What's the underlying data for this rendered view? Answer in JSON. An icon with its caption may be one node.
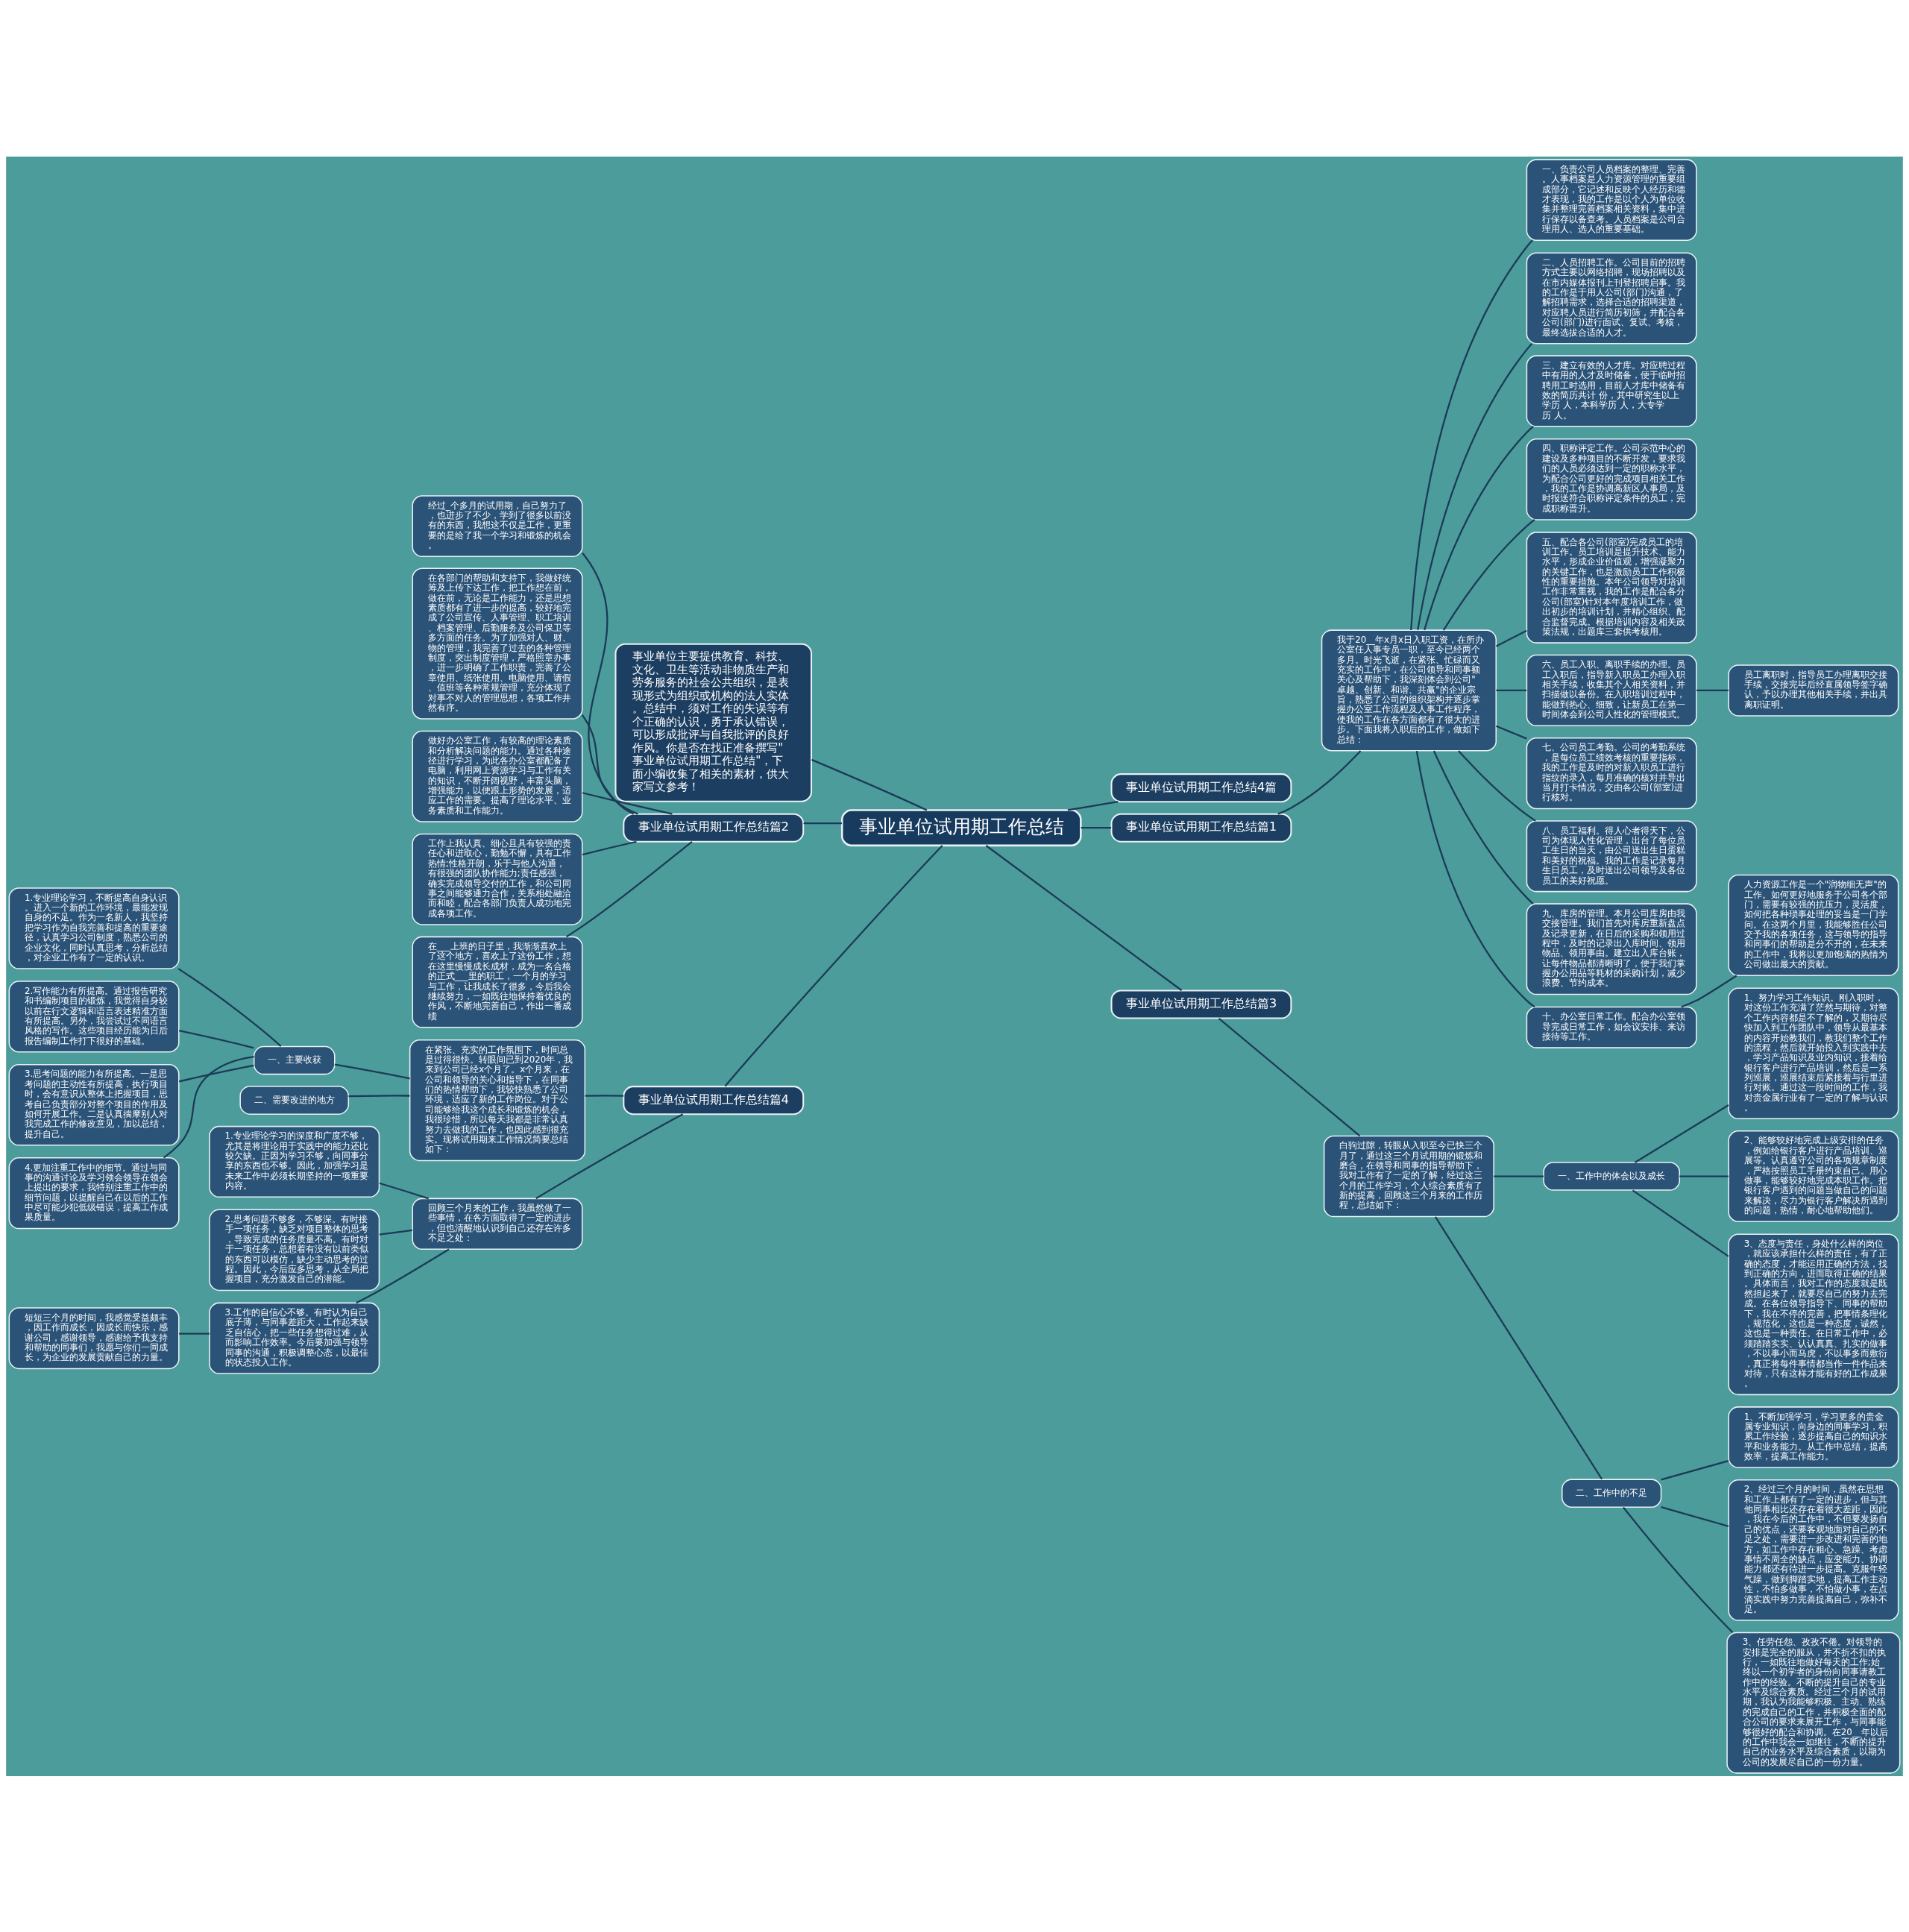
{
  "diagram": {
    "nodes": [
      {
        "text": [
          "事业单位试用期工作总结"
        ]
      },
      {
        "text": [
          "事业单位主要提供教育、科技、文化、卫生等活动非物质生产和劳务服务的社会公共组织，是表现形式为组织或机构的法人实体。总结中，须对工作的失误等有个正确的认识，勇于承认错误，可以形成批评与自我批评的良好作风。你是否在找正准备撰写\"事业单位试用期工作总结\"，下面小编收集了相关的素材，供大家写文参考！"
        ]
      },
      {
        "text": [
          "事业单位试用期工作总结篇2"
        ]
      },
      {
        "text": [
          "经过_个多月的试用期，自己努力了，也进步了不少，学到了很多以前没有的东西，我想这不仅是工作，更重要的是给了我一个学习和锻炼的机会。"
        ]
      },
      {
        "text": [
          "在各部门的帮助和支持下，我做好统筹及上传下达工作，把工作想在前，做在前，无论是工作能力，还是思想素质都有了进一步的提高，较好地完成了公司宣传、人事管理、职工培训、档案管理、后勤服务及公司保卫等多方面的任务。为了加强对人、财、物的管理，我完善了过去的各种管理制度，突出制度管理，严格照章办事，进一步明确了工作职责，完善了公章使用、纸张使用、电脑使用、请假、值班等各种常规管理，充分体现了对事不对人的管理思想，各项工作井然有序。"
        ]
      },
      {
        "text": [
          "做好办公室工作，有较高的理论素质和分析解决问题的能力。通过各种途径进行学习，为此各办公室都配备了电脑，利用网上资源学习与工作有关的知识，不断开阔视野，丰富头脑，增强能力，以便跟上形势的发展，适应工作的需要。提高了理论水平、业务素质和工作能力。"
        ]
      },
      {
        "text": [
          "工作上我认真、细心且具有较强的责任心和进取心，勤勉不懈，具有工作热情;性格开朗，乐于与他人沟通，有很强的团队协作能力;责任感强，确实完成领导交付的工作，和公司同事之间能够通力合作，关系相处融洽而和睦，配合各部门负责人成功地完成各项工作。"
        ]
      },
      {
        "text": [
          "在___上班的日子里，我渐渐喜欢上了这个地方，喜欢上了这份工作，想在这里慢慢成长成材，成为一名合格的正式___里的职工，一个月的学习与工作，让我成长了很多，今后我会继续努力，一如既往地保持着优良的作风，不断地完善自己，作出一番成绩"
        ]
      },
      {
        "text": [
          "事业单位试用期工作总结篇4"
        ]
      },
      {
        "text": [
          "在紧张、充实的工作氛围下，时间总是过得很快。转眼间已到2020年，我来到公司已经x个月了。x个月来，在公司和领导的关心和指导下，在同事们的热情帮助下，我较快熟悉了公司环境，适应了新的工作岗位。对于公司能够给我这个成长和锻炼的机会，我很珍惜，所以每天我都是非常认真努力去做我的工作，也因此感到很充实。现将试用期来工作情况简要总结如下："
        ]
      },
      {
        "text": [
          "一、主要收获"
        ]
      },
      {
        "text": [
          "1.专业理论学习，不断提高自身认识。进入一个新的工作环境，最能发现自身的不足。作为一名新人，我坚持把学习作为自我完善和提高的重要途径，认真学习公司制度，熟悉公司的企业文化，同时认真思考，分析总结，对企业工作有了一定的认识。"
        ]
      },
      {
        "text": [
          "2.写作能力有所提高。通过报告研究和书编制项目的锻炼，我觉得自身较以前在行文逻辑和语言表述精准方面有所提高。另外，我尝试过不同语言风格的写作。这些项目经历能为日后报告编制工作打下很好的基础。"
        ]
      },
      {
        "text": [
          "3.思考问题的能力有所提高。一是思考问题的主动性有所提高，执行项目时，会有意识从整体上把握项目，思考自己负责部分对整个项目的作用及如何开展工作。二是认真揣摩别人对我完成工作的修改意见，加以总结，提升自己。"
        ]
      },
      {
        "text": [
          "4.更加注重工作中的细节。通过与同事的沟通讨论及学习领会领导在领会上提出的要求，我特别注重工作中的细节问题，以提醒自己在以后的工作中尽可能少犯低级错误，提高工作成果质量。"
        ]
      },
      {
        "text": [
          "二、需要改进的地方"
        ]
      },
      {
        "text": [
          "回顾三个月来的工作，我虽然做了一些事情，在各方面取得了一定的进步，但也清醒地认识到自己还存在许多不足之处："
        ]
      },
      {
        "text": [
          "1.专业理论学习的深度和广度不够，尤其是将理论用于实践中的能力还比较欠缺。正因为学习不够，向同事分享的东西也不够。因此，加强学习是未来工作中必须长期坚持的一项重要内容。"
        ]
      },
      {
        "text": [
          "2.思考问题不够多，不够深。有时接手一项任务，缺乏对项目整体的思考，导致完成的任务质量不高。有时对于一项任务，总想着有没有以前类似的东西可以模仿，缺少主动思考的过程。因此，今后应多思考，从全局把握项目，充分激发自己的潜能。"
        ]
      },
      {
        "text": [
          "3.工作的自信心不够。有时认为自己底子薄，与同事差距大，工作起来缺乏自信心，把一些任务想得过难，从而影响工作效率。今后要加强与领导同事的沟通，积极调整心态，以最佳的状态投入工作。"
        ]
      },
      {
        "text": [
          "短短三个月的时间，我感觉受益颇丰，因工作而成长，因成长而快乐，感谢公司，感谢领导，感谢给予我支持和帮助的同事们，我愿与你们一同成长，为企业的发展贡献自己的力量。"
        ]
      },
      {
        "text": [
          "事业单位试用期工作总结4篇"
        ]
      },
      {
        "text": [
          "事业单位试用期工作总结篇1"
        ]
      },
      {
        "text": [
          "我于20__年x月x日入职工资，在所办公室任人事专员一职，至今已经两个多月。时光飞逝，在紧张、忙碌而又充实的工作中，在公司领导和同事额关心及帮助下，我深刻体会到公司\"卓越、创新、和谐、共赢\"的企业宗旨，熟悉了公司的组织架构并逐步掌握办公室工作流程及人事工作程序，使我的工作在各方面都有了很大的进步。下面我将入职后的工作，做如下总结："
        ]
      },
      {
        "text": [
          "一、负责公司人员档案的整理、完善。人事档案是人力资源管理的重要组成部分，它记述和反映个人经历和德才表现，我的工作是以个人为单位收集并整理完善档案相关资料，集中进行保存以备查考。人员档案是公司合理用人、选人的重要基础。"
        ]
      },
      {
        "text": [
          "二、人员招聘工作。公司目前的招聘方式主要以网络招聘，现场招聘以及在市内媒体报刊上刊登招聘启事。我的工作是于用人公司(部门)沟通，了解招聘需求，选择合适的招聘渠道，对应聘人员进行简历初筛，并配合各公司(部门)进行面试、复试、考核，最终选拔合适的人才。"
        ]
      },
      {
        "text": [
          "三、建立有效的人才库。对应聘过程中有用的人才及时储备，便于临时招聘用工时选用，目前人才库中储备有效的简历共计 份，其中研究生以上学历 人，本科学历 人，大专学历 人。"
        ]
      },
      {
        "text": [
          "四、职称评定工作。公司示范中心的建设及多种项目的不断开发，要求我们的人员必须达到一定的职称水平，为配合公司更好的完成项目相关工作，我的工作是协调高新区人事局，及时报送符合职称评定条件的员工，完成职称晋升。"
        ]
      },
      {
        "text": [
          "五、配合各公司(部室)完成员工的培训工作。员工培训是提升技术、能力水平，形成企业价值观，增强凝聚力的关键工作，也是激励员工工作积极性的重要措施。本年公司领导对培训工作非常重视，我的工作是配合各分公司(部室)针对本年度培训工作，做出初步的培训计划，并精心组织、配合监督完成。根据培训内容及相关政策法规，出题库三套供考核用。"
        ]
      },
      {
        "text": [
          "六、员工入职、离职手续的办理。员工入职后，指导新入职员工办理入职相关手续，收集其个人相关资料，并扫描做以备份。在入职培训过程中，能做到热心、细致，让新员工在第一时间体会到公司人性化的管理模式。"
        ]
      },
      {
        "text": [
          "员工离职时，指导员工办理离职交接手续，交接完毕后经直属领导签字确认，予以办理其他相关手续，并出具离职证明。"
        ]
      },
      {
        "text": [
          "七、公司员工考勤。公司的考勤系统，是每位员工绩效考核的重要指标，我的工作是及时的对新入职员工进行指纹的录入，每月准确的核对并导出当月打卡情况，交由各公司(部室)进行核对。"
        ]
      },
      {
        "text": [
          "八、员工福利。得人心者得天下，公司为体现人性化管理，出台了每位员工生日的当天，由公司送出生日蛋糕和美好的祝福。我的工作是记录每月生日员工，及时送出公司领导及各位员工的美好祝愿。"
        ]
      },
      {
        "text": [
          "九、库房的管理。本月公司库房由我交接管理。我们首先对库房重新盘点及记录更新，在日后的采购和领用过程中，及时的记录出入库时间、领用物品、领用事由。建立出入库台账，让每件物品都清晰明了，便于我们掌握办公用品等耗材的采购计划，减少浪费、节约成本。"
        ]
      },
      {
        "text": [
          "十、办公室日常工作。配合办公室领导完成日常工作，如会议安排、来访接待等工作。"
        ]
      },
      {
        "text": [
          "人力资源工作是一个\"润物细无声\"的工作。如何更好地服务于公司各个部门，需要有较强的抗压力，灵活度，如何把各种琐事处理的妥当是一门学问。在这两个月里，我能够胜任公司交予我的各项任务，这与领导的指导和同事们的帮助是分不开的，在未来的工作中，我将以更加饱满的热情为公司做出最大的贡献。"
        ]
      },
      {
        "text": [
          "事业单位试用期工作总结篇3"
        ]
      },
      {
        "text": [
          "白驹过隙，转眼从入职至今已快三个月了，通过这三个月试用期的锻炼和磨合，在领导和同事的指导帮助下，我对工作有了一定的了解，经过这三个月的工作学习，个人综合素质有了新的提高，回顾这三个月来的工作历程，总结如下："
        ]
      },
      {
        "text": [
          "一、工作中的体会以及成长"
        ]
      },
      {
        "text": [
          "1、努力学习工作知识。刚入职时，对这份工作充满了茫然与期待，对整个工作内容都是不了解的，又期待尽快加入到工作团队中，领导从最基本的内容开始教我们，教我们整个工作的流程，然后就开始投入到实践中去，学习产品知识及业内知识，接着给银行客户进行产品培训，然后是一系列巡展，巡展结束后紧接着与行里进行对账。通过这一段时间的工作，我对贵金属行业有了一定的了解与认识。"
        ]
      },
      {
        "text": [
          "2、能够较好地完成上级安排的任务，例如给银行客户进行产品培训、巡展等。认真遵守公司的各项规章制度，严格按照员工手册约束自己。用心做事，能够较好地完成本职工作。把银行客户遇到的问题当做自己的问题来解决，尽力为银行客户解决所遇到的问题，热情，耐心地帮助他们。"
        ]
      },
      {
        "text": [
          "3、态度与责任，身处什么样的岗位，就应该承担什么样的责任，有了正确的态度，才能运用正确的方法，找到正确的方向，进而取得正确的结果。具体而言，我对工作的态度就是既然担起来了，就要尽自己的努力去完成。在各位领导指导下、同事的帮助下，我在不停的完善，把事情条理化，规范化，这也是一种态度，诚然，这也是一种责任。在日常工作中，必须踏踏实实、认认真真、扎实的做事，不以事小而马虎，不以事多而敷衍，真正将每件事情都当作一件作品来对待，只有这样才能有好的工作成果。"
        ]
      },
      {
        "text": [
          "二、工作中的不足"
        ]
      },
      {
        "text": [
          "1、不断加强学习，学习更多的贵金属专业知识，向身边的同事学习，积累工作经验，逐步提高自己的知识水平和业务能力。从工作中总结，提高效率，提高工作能力。"
        ]
      },
      {
        "text": [
          "2、经过三个月的时间，虽然在思想和工作上都有了一定的进步，但与其他同事相比还存在着很大差距，因此，我在今后的工作中，不但要发扬自己的优点，还要客观地面对自己的不足之处，需要进一步改进和完善的地方，如工作中存在粗心、急躁、考虑事情不周全的缺点，应变能力、协调能力都还有待进一步提高。克服年轻气躁，做到脚踏实地，提高工作主动性，不怕多做事，不怕做小事，在点滴实践中努力完善提高自己，弥补不足。"
        ]
      },
      {
        "text": [
          "3、任劳任怨、孜孜不倦。对领导的安排是完全的服从，并不折不扣的执行，一如既往地做好每天的工作;始终以一个初学者的身份向同事请教工作中的经验。不断的提升自己的专业水平及综合素质。经过三个月的试用期，我认为我能够积极、主动、熟练的完成自己的工作，并积极全面的配合公司的要求来展开工作，与同事能够很好的配合和协调。在20__年以后的工作中我会一如继往，不断的提升自己的业务水平及综合素质，以期为公司的发展尽自己的一份力量。"
        ]
      }
    ],
    "edges": [
      {
        "from": 0,
        "to": 1,
        "arrow": "none"
      },
      {
        "from": 0,
        "to": 2,
        "arrow": "none"
      },
      {
        "from": 2,
        "to": 3,
        "arrow": "none"
      },
      {
        "from": 2,
        "to": 4,
        "arrow": "none"
      },
      {
        "from": 2,
        "to": 5,
        "arrow": "none"
      },
      {
        "from": 2,
        "to": 6,
        "arrow": "none"
      },
      {
        "from": 2,
        "to": 7,
        "arrow": "none"
      },
      {
        "from": 0,
        "to": 8,
        "arrow": "none"
      },
      {
        "from": 8,
        "to": 9,
        "arrow": "none"
      },
      {
        "from": 9,
        "to": 10,
        "arrow": "none"
      },
      {
        "from": 10,
        "to": 11,
        "arrow": "none"
      },
      {
        "from": 10,
        "to": 12,
        "arrow": "none"
      },
      {
        "from": 10,
        "to": 13,
        "arrow": "none"
      },
      {
        "from": 10,
        "to": 14,
        "arrow": "none"
      },
      {
        "from": 9,
        "to": 15,
        "arrow": "none"
      },
      {
        "from": 8,
        "to": 16,
        "arrow": "none"
      },
      {
        "from": 16,
        "to": 17,
        "arrow": "none"
      },
      {
        "from": 16,
        "to": 18,
        "arrow": "none"
      },
      {
        "from": 16,
        "to": 19,
        "arrow": "none"
      },
      {
        "from": 19,
        "to": 20,
        "arrow": "none"
      },
      {
        "from": 0,
        "to": 21,
        "arrow": "none"
      },
      {
        "from": 0,
        "to": 22,
        "arrow": "none"
      },
      {
        "from": 22,
        "to": 23,
        "arrow": "none"
      },
      {
        "from": 23,
        "to": 24,
        "arrow": "none"
      },
      {
        "from": 23,
        "to": 25,
        "arrow": "none"
      },
      {
        "from": 23,
        "to": 26,
        "arrow": "none"
      },
      {
        "from": 23,
        "to": 27,
        "arrow": "none"
      },
      {
        "from": 23,
        "to": 28,
        "arrow": "none"
      },
      {
        "from": 23,
        "to": 29,
        "arrow": "none"
      },
      {
        "from": 29,
        "to": 30,
        "arrow": "none"
      },
      {
        "from": 23,
        "to": 31,
        "arrow": "none"
      },
      {
        "from": 23,
        "to": 32,
        "arrow": "none"
      },
      {
        "from": 23,
        "to": 33,
        "arrow": "none"
      },
      {
        "from": 23,
        "to": 34,
        "arrow": "none"
      },
      {
        "from": 34,
        "to": 35,
        "arrow": "none"
      },
      {
        "from": 0,
        "to": 36,
        "arrow": "none"
      },
      {
        "from": 36,
        "to": 37,
        "arrow": "none"
      },
      {
        "from": 37,
        "to": 38,
        "arrow": "none"
      },
      {
        "from": 38,
        "to": 39,
        "arrow": "none"
      },
      {
        "from": 38,
        "to": 40,
        "arrow": "none"
      },
      {
        "from": 38,
        "to": 41,
        "arrow": "none"
      },
      {
        "from": 37,
        "to": 42,
        "arrow": "none"
      },
      {
        "from": 42,
        "to": 43,
        "arrow": "none"
      },
      {
        "from": 42,
        "to": 44,
        "arrow": "none"
      },
      {
        "from": 42,
        "to": 45,
        "arrow": "none"
      }
    ]
  }
}
